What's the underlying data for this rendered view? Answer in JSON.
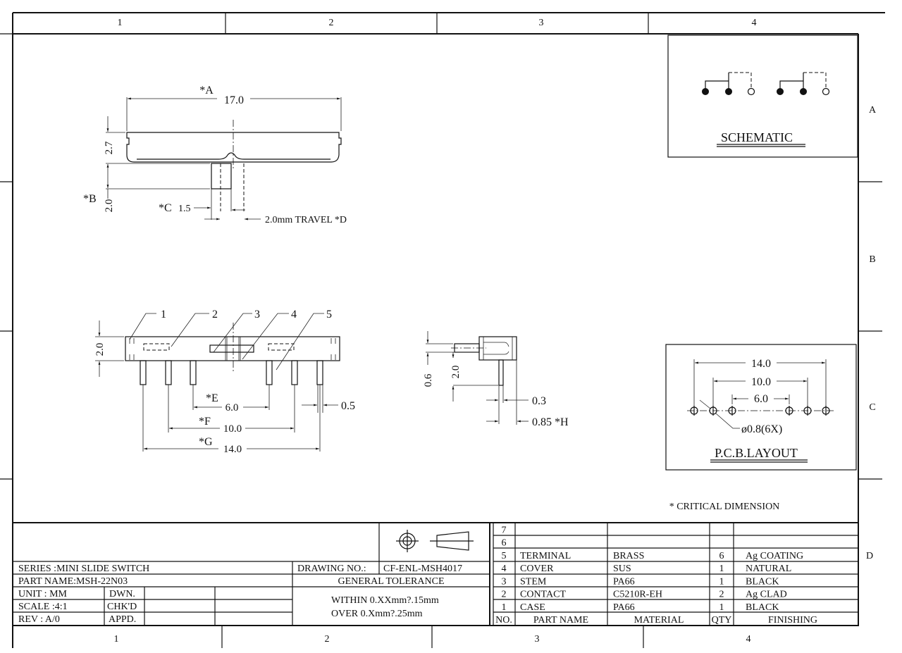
{
  "frame": {
    "columns_top": [
      "1",
      "2",
      "3",
      "4"
    ],
    "columns_bottom": [
      "1",
      "2",
      "3",
      "4"
    ],
    "rows": [
      "A",
      "B",
      "C",
      "D"
    ]
  },
  "top_view": {
    "dim_a_label": "*A",
    "dim_a_value": "17.0",
    "height_value": "2.7",
    "dim_b_label": "*B",
    "dim_b_value": "2.0",
    "dim_c_label": "*C",
    "dim_c_value": "1.5",
    "travel_label": "2.0mm  TRAVEL  *D"
  },
  "front_view": {
    "callouts": [
      "1",
      "2",
      "3",
      "4",
      "5"
    ],
    "height_value": "2.0",
    "dim_e_label": "*E",
    "dim_e_value": "6.0",
    "dim_f_label": "*F",
    "dim_f_value": "10.0",
    "dim_g_label": "*G",
    "dim_g_value": "14.0",
    "pin_width": "0.5"
  },
  "side_view": {
    "dim_06": "0.6",
    "dim_20": "2.0",
    "dim_03": "0.3",
    "dim_h": "0.85 *H"
  },
  "schematic": {
    "title": "SCHEMATIC"
  },
  "pcb_layout": {
    "title": "P.C.B.LAYOUT",
    "dim_outer": "14.0",
    "dim_middle": "10.0",
    "dim_inner": "6.0",
    "hole_note": "ø0.8(6X)"
  },
  "critical_note": "* CRITICAL  DIMENSION",
  "title_block": {
    "series": "SERIES :MINI SLIDE SWITCH",
    "part_name": "PART NAME:MSH-22N03",
    "unit": "UNIT  :  MM",
    "scale": "SCALE :4:1",
    "rev": "REV   : A/0",
    "dwn": "DWN.",
    "chkd": "CHK'D",
    "appd": "APPD.",
    "drawing_no_label": "DRAWING NO.:",
    "drawing_no": "CF-ENL-MSH4017",
    "general_tolerance": "GENERAL TOLERANCE",
    "tolerance_within": "WITHIN 0.XXmm?.15mm",
    "tolerance_over": "OVER   0.Xmm?.25mm"
  },
  "parts_table": {
    "headers": [
      "NO.",
      "PART NAME",
      "MATERIAL",
      "QTY",
      "FINISHING"
    ],
    "rows": [
      {
        "no": "7",
        "name": "",
        "material": "",
        "qty": "",
        "finish": ""
      },
      {
        "no": "6",
        "name": "",
        "material": "",
        "qty": "",
        "finish": ""
      },
      {
        "no": "5",
        "name": "TERMINAL",
        "material": "BRASS",
        "qty": "6",
        "finish": "Ag COATING"
      },
      {
        "no": "4",
        "name": "COVER",
        "material": "SUS",
        "qty": "1",
        "finish": "NATURAL"
      },
      {
        "no": "3",
        "name": "STEM",
        "material": "PA66",
        "qty": "1",
        "finish": "BLACK"
      },
      {
        "no": "2",
        "name": "CONTACT",
        "material": "C5210R-EH",
        "qty": "2",
        "finish": "Ag CLAD"
      },
      {
        "no": "1",
        "name": "CASE",
        "material": "PA66",
        "qty": "1",
        "finish": "BLACK"
      }
    ]
  }
}
